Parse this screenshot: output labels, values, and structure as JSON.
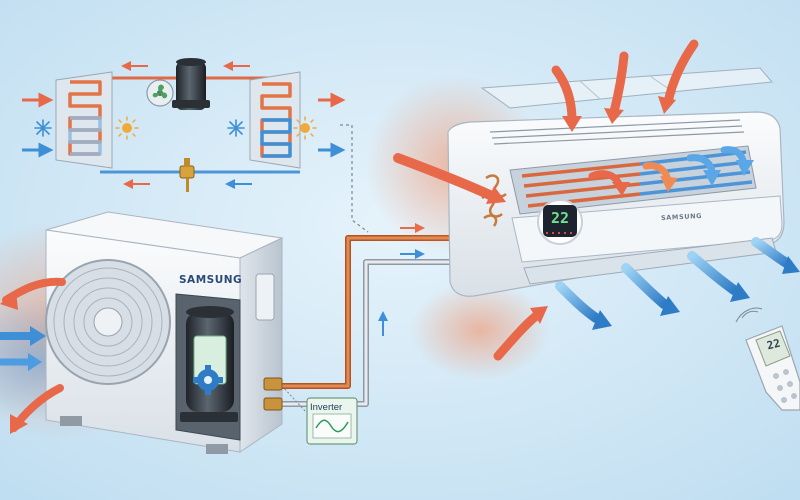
{
  "outdoor_unit": {
    "brand": "SAMSUNG"
  },
  "indoor_unit": {
    "brand": "SAMSUNG",
    "display": "22"
  },
  "inverter_board": {
    "label": "Inverter"
  },
  "remote": {
    "display": "22"
  },
  "colors": {
    "background": "#cfe6f4",
    "warm_flow": "#e8694a",
    "cool_flow": "#3f8fd6",
    "unit_body": "#f4f6f8",
    "display_digits": "#6fe08a"
  },
  "icons": [
    "snowflake-icon",
    "sun-icon",
    "gear-icon",
    "fan-icon",
    "compressor-icon",
    "expansion-valve-icon",
    "wave-icon",
    "arrow-icon"
  ]
}
